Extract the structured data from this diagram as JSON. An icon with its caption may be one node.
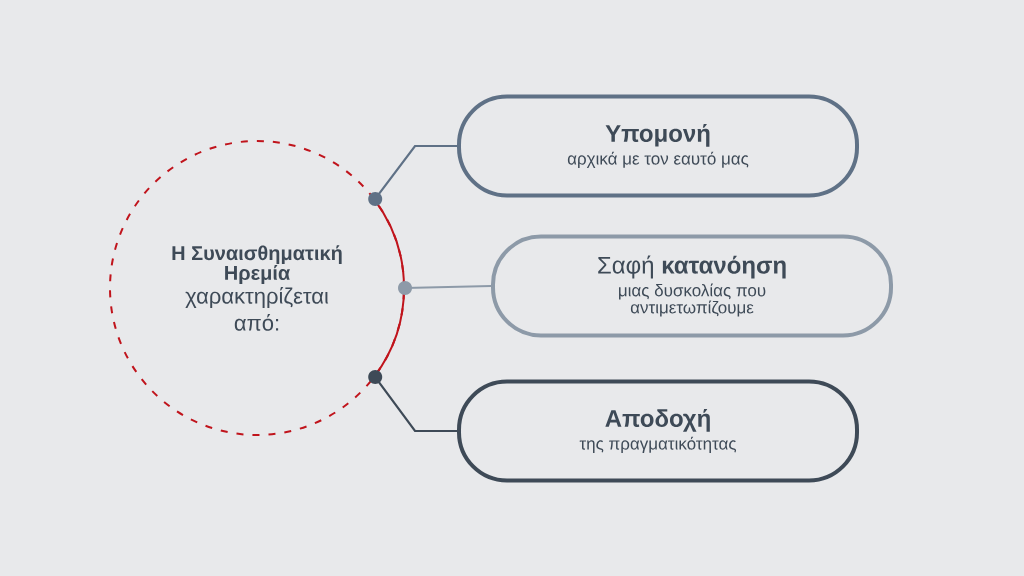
{
  "diagram": {
    "nodes": [
      {
        "text": [
          "Η Συναισθηματική Ηρεμία",
          "χαρακτηρίζεται από:"
        ]
      },
      {
        "text": [
          "Υπομονή",
          "αρχικά με τον εαυτό μας"
        ]
      },
      {
        "text": [
          "Σαφή **κατανόηση**",
          "μιας δυσκολίας που αντιμετωπίζουμε"
        ]
      },
      {
        "text": [
          "Αποδοχή",
          "της πραγματικότητας"
        ]
      }
    ],
    "edges": [
      {
        "from": 1,
        "to": 0,
        "arrow": "other",
        "color": "#5f7186"
      },
      {
        "from": 2,
        "to": 0,
        "arrow": "other",
        "color": "#8d9aa8"
      },
      {
        "from": 3,
        "to": 0,
        "arrow": "other",
        "color": "#3e4a57"
      }
    ]
  }
}
